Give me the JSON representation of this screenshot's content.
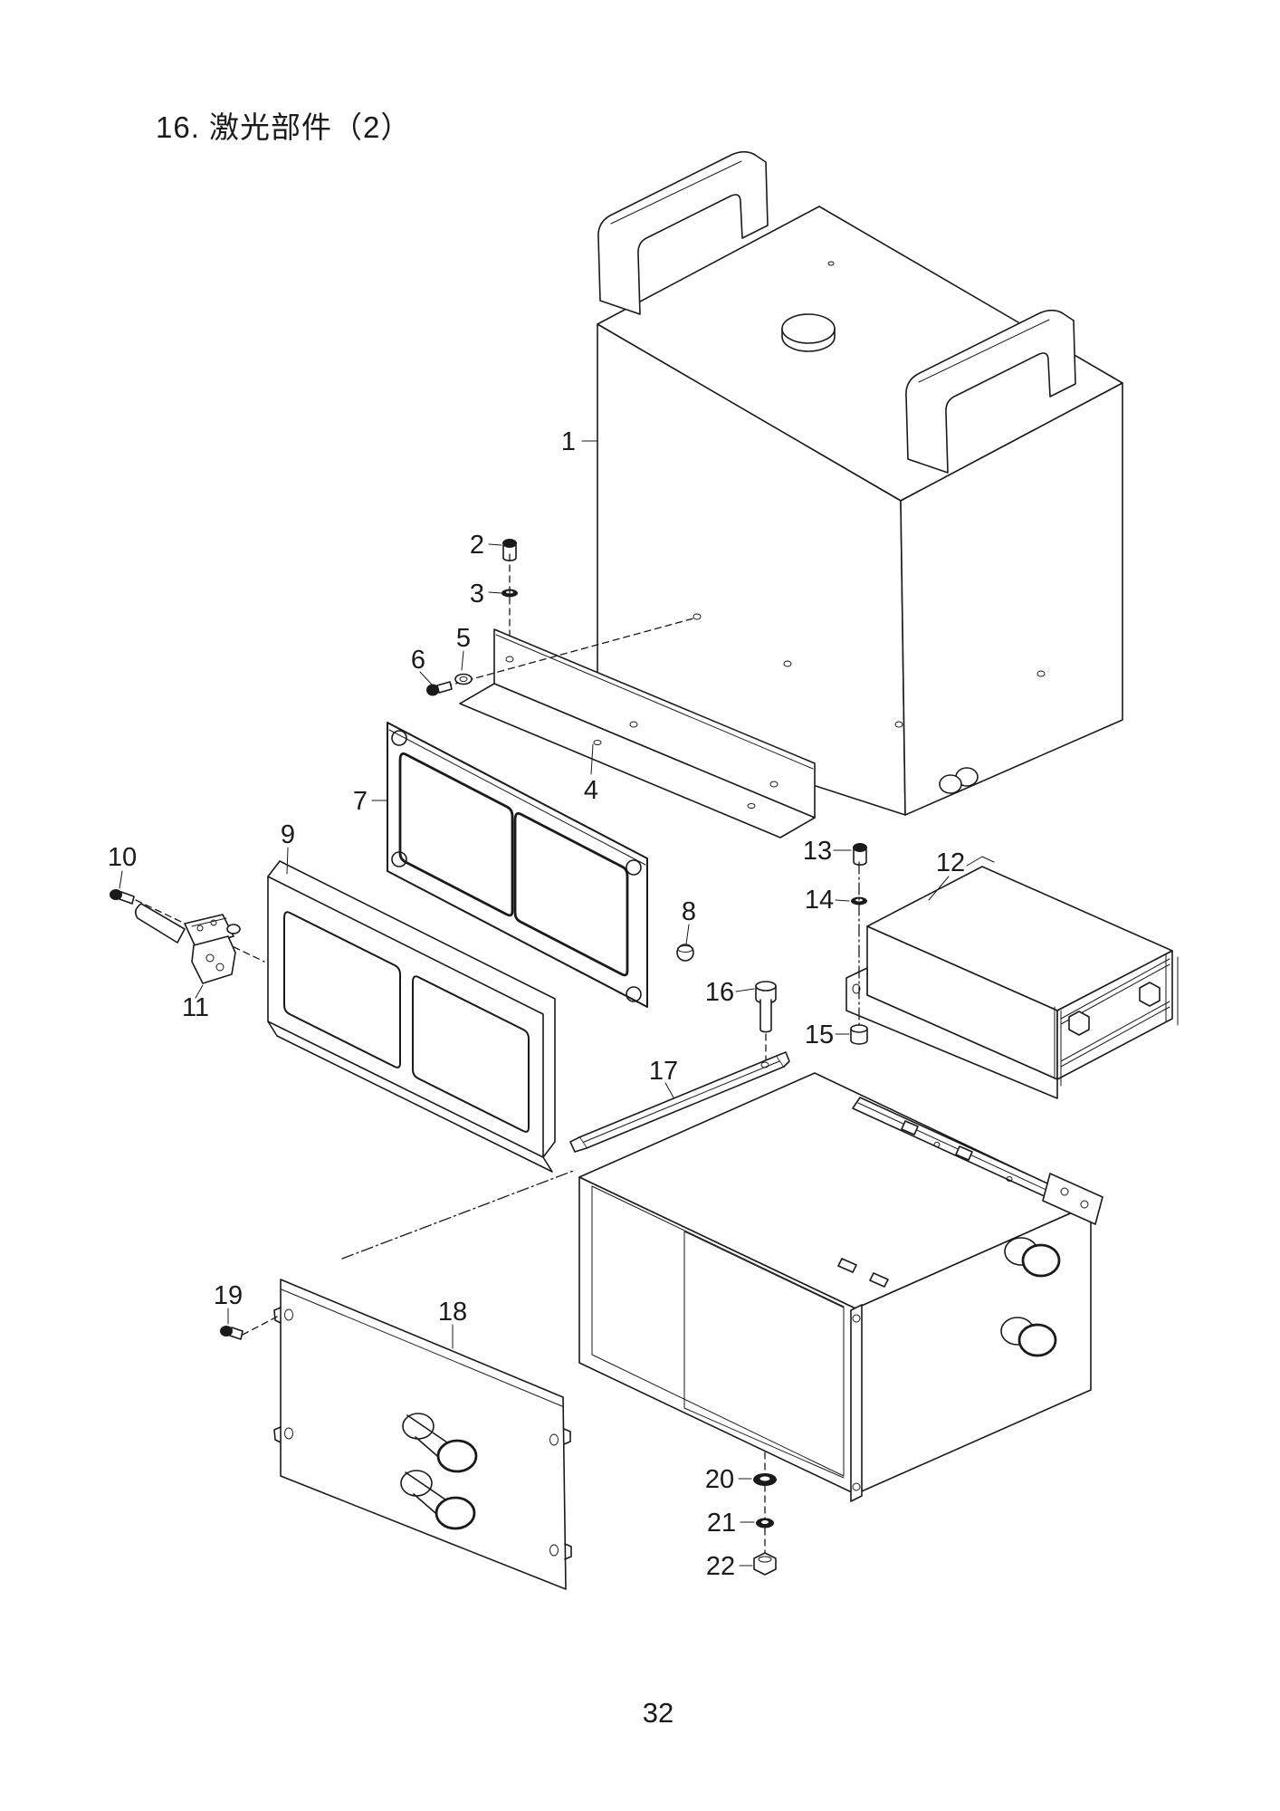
{
  "page": {
    "title": "16. 激光部件（2）",
    "page_number": "32"
  },
  "colors": {
    "line": "#1a1a1a",
    "background": "#ffffff"
  },
  "diagram": {
    "kind": "exploded-parts-diagram",
    "description": "Exploded isometric line drawing of laser unit assembly with numbered callouts",
    "callouts": [
      {
        "num": "1"
      },
      {
        "num": "2"
      },
      {
        "num": "3"
      },
      {
        "num": "4"
      },
      {
        "num": "5"
      },
      {
        "num": "6"
      },
      {
        "num": "7"
      },
      {
        "num": "8"
      },
      {
        "num": "9"
      },
      {
        "num": "10"
      },
      {
        "num": "11"
      },
      {
        "num": "12"
      },
      {
        "num": "13"
      },
      {
        "num": "14"
      },
      {
        "num": "15"
      },
      {
        "num": "16"
      },
      {
        "num": "17"
      },
      {
        "num": "18"
      },
      {
        "num": "19"
      },
      {
        "num": "20"
      },
      {
        "num": "21"
      },
      {
        "num": "22"
      }
    ]
  }
}
